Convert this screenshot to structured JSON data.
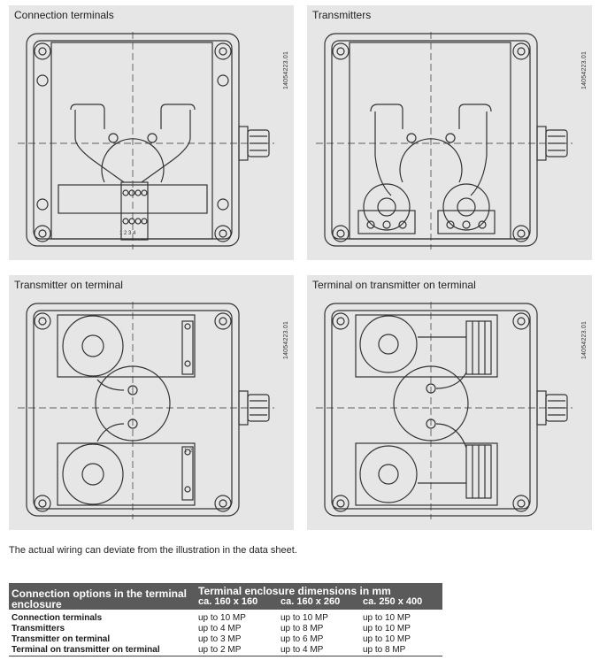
{
  "panels": [
    {
      "title": "Connection terminals",
      "code": "14054223.01"
    },
    {
      "title": "Transmitters",
      "code": "14054223.01"
    },
    {
      "title": "Transmitter on terminal",
      "code": "14054223.01"
    },
    {
      "title": "Terminal on transmitter on terminal",
      "code": "14054223.01"
    }
  ],
  "terminal_labels": {
    "strip": "1 2 3 4",
    "t1": "1",
    "t2": "2"
  },
  "note": "The actual wiring can deviate from the illustration in the data sheet.",
  "table": {
    "header_left": "Connection options in the terminal enclosure",
    "header_right": "Terminal enclosure dimensions in mm",
    "sizes": [
      "ca. 160 x 160",
      "ca. 160 x 260",
      "ca. 250 x 400"
    ],
    "rows": [
      {
        "label": "Connection terminals",
        "values": [
          "up to 10 MP",
          "up to 10 MP",
          "up to 10 MP"
        ]
      },
      {
        "label": "Transmitters",
        "values": [
          "up to 4 MP",
          "up to 8 MP",
          "up to 10 MP"
        ]
      },
      {
        "label": "Transmitter on terminal",
        "values": [
          "up to 3 MP",
          "up to 6 MP",
          "up to 10 MP"
        ]
      },
      {
        "label": "Terminal on transmitter on terminal",
        "values": [
          "up to 2 MP",
          "up to 4 MP",
          "up to 8 MP"
        ]
      }
    ]
  }
}
